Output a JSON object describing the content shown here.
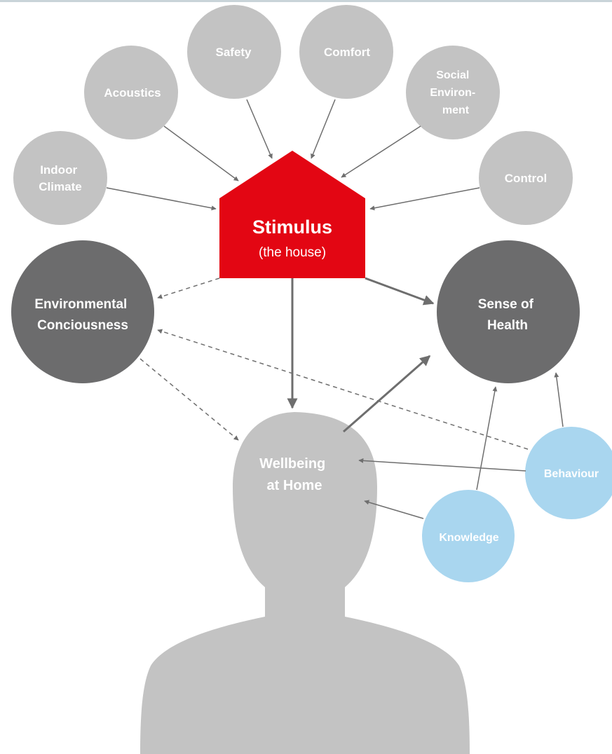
{
  "colors": {
    "top_rule": "#c9d4d9",
    "factor_circle": "#c3c3c3",
    "factor_text": "#ffffff",
    "house": "#e30613",
    "house_text": "#ffffff",
    "dark_circle": "#6c6c6d",
    "dark_text": "#ffffff",
    "person": "#c3c3c3",
    "person_text": "#ffffff",
    "light_blue": "#a9d6ef",
    "arrow": "#6e6e6e"
  },
  "factors": {
    "indoor_climate": [
      "Indoor",
      "Climate"
    ],
    "acoustics": [
      "Acoustics"
    ],
    "safety": [
      "Safety"
    ],
    "comfort": [
      "Comfort"
    ],
    "social_environment": [
      "Social",
      "Environ-",
      "ment"
    ],
    "control": [
      "Control"
    ]
  },
  "stimulus": {
    "title": "Stimulus",
    "subtitle": "(the house)"
  },
  "environmental": [
    "Environmental",
    "Conciousness"
  ],
  "sense_of_health": [
    "Sense of",
    "Health"
  ],
  "wellbeing": [
    "Wellbeing",
    "at Home"
  ],
  "behaviour": [
    "Behaviour"
  ],
  "knowledge": [
    "Knowledge"
  ]
}
